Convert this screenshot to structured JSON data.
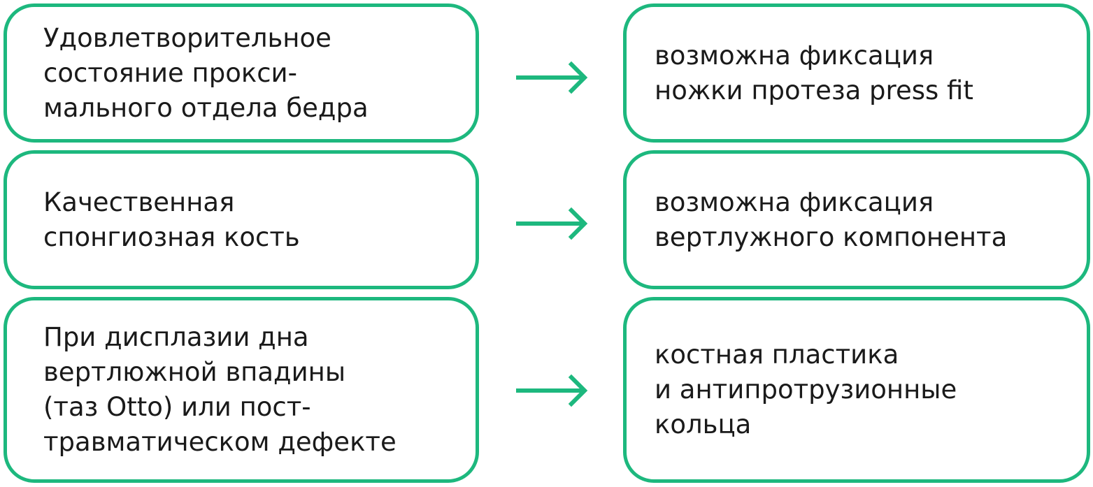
{
  "colors": {
    "accent": "#1db87e",
    "text": "#1a1a1a",
    "background": "#ffffff"
  },
  "rows": [
    {
      "condition": "Удовлетворительное\nсостояние прокси-\nмального отдела бедра",
      "result": "возможна фиксация\nножки протеза press fit"
    },
    {
      "condition": "Качественная\nспонгиозная кость",
      "result": "возможна фиксация\nвертлужного компонента"
    },
    {
      "condition": "При дисплазии дна\nвертлюжной впадины\n(таз Otto) или пост-\nтравматическом дефекте",
      "result": "костная пластика\nи антипротрузионные\nкольца"
    }
  ],
  "arrow_icon": "arrow-right-icon"
}
